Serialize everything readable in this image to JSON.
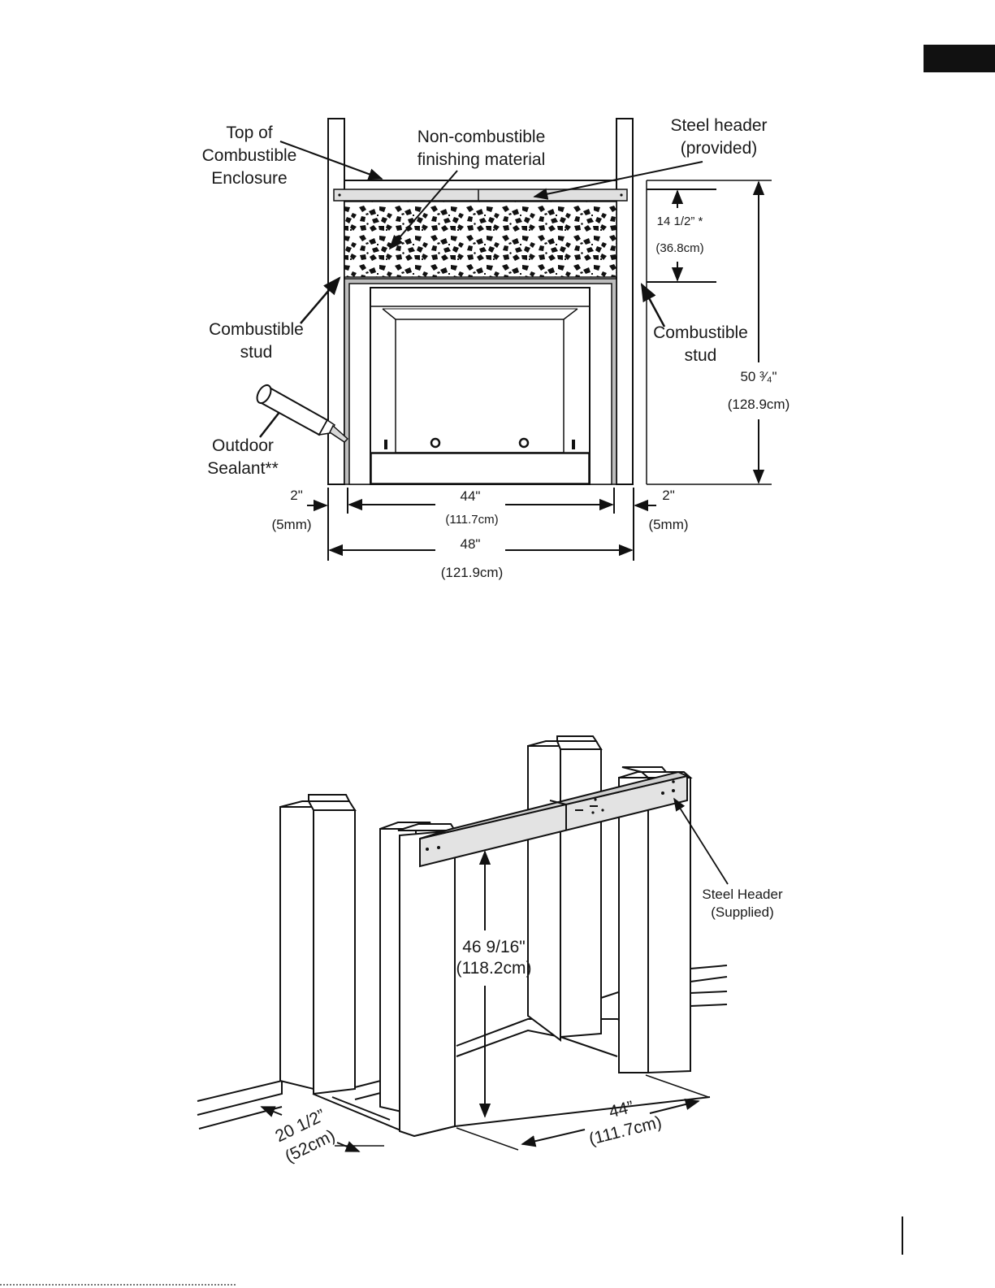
{
  "front_view": {
    "labels": {
      "top_of_enclosure": [
        "Top of",
        "Combustible",
        "Enclosure"
      ],
      "non_combustible": [
        "Non-combustible",
        "finishing material"
      ],
      "steel_header": [
        "Steel header",
        "(provided)"
      ],
      "stud_left": [
        "Combustible",
        "stud"
      ],
      "stud_right": [
        "Combustible",
        "stud"
      ],
      "sealant": [
        "Outdoor",
        "Sealant**"
      ]
    },
    "dimensions": {
      "header_height": "14 1/2” *",
      "header_height_metric": "(36.8cm)",
      "total_height": "50 ³⁄₄\"",
      "total_height_metric": "(128.9cm)",
      "left_gap": "2\"",
      "left_gap_metric": "(5mm)",
      "right_gap": "2\"",
      "right_gap_metric": "(5mm)",
      "inner_width": "44\"",
      "inner_width_metric": "(111.7cm)",
      "outer_width": "48\"",
      "outer_width_metric": "(121.9cm)"
    }
  },
  "iso_view": {
    "labels": {
      "steel_header": [
        "Steel Header",
        "(Supplied)"
      ]
    },
    "dimensions": {
      "height": "46 9/16\"",
      "height_metric": "(118.2cm)",
      "width": "44”",
      "width_metric": "(111.7cm)",
      "depth": "20 1/2”",
      "depth_metric": "(52cm)"
    }
  }
}
